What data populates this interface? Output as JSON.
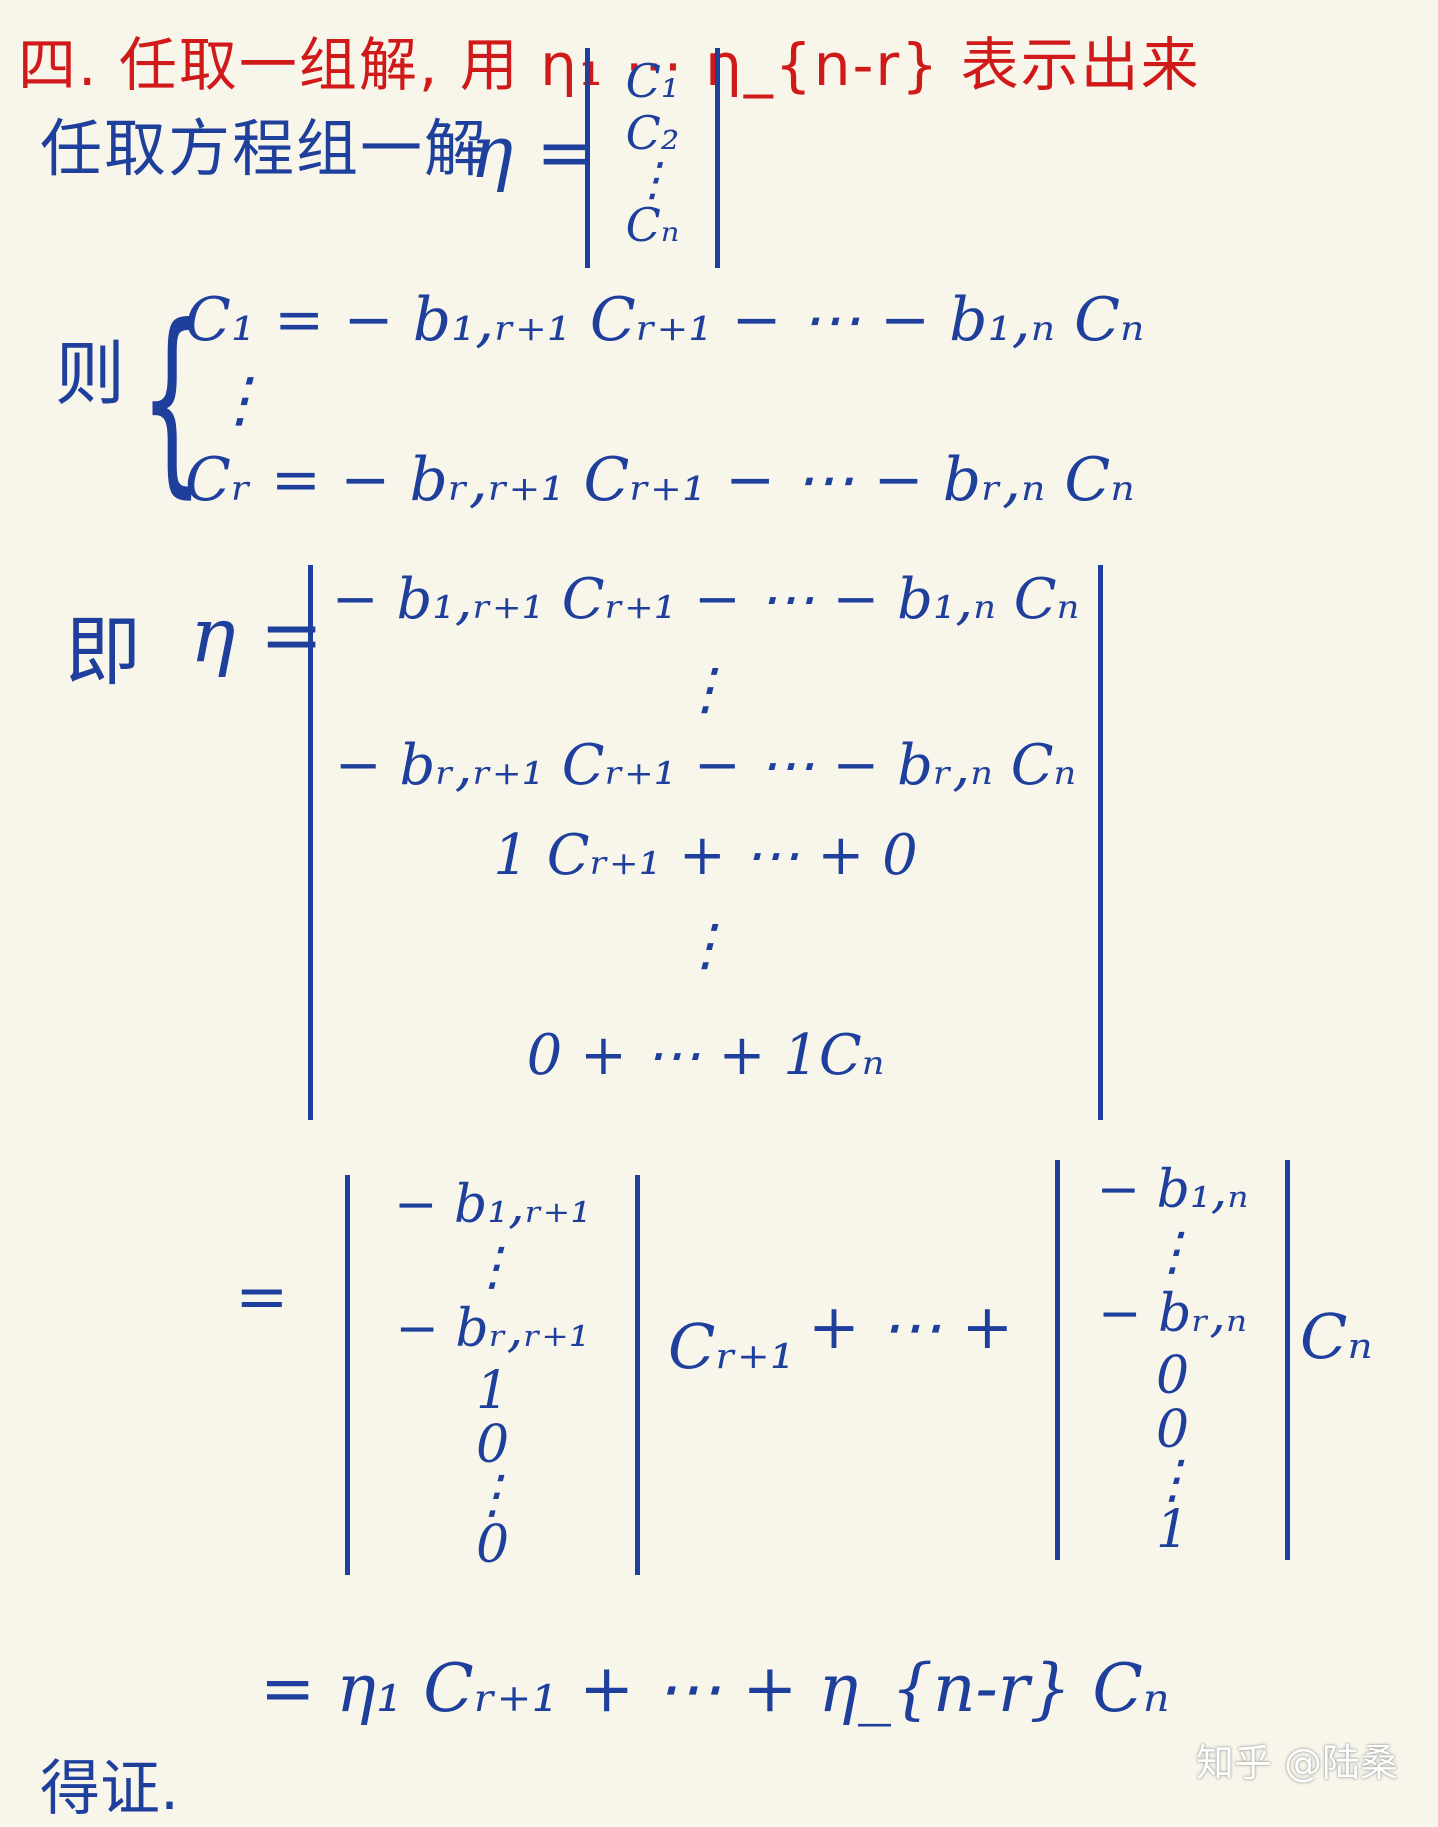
{
  "title": "四. 任取一组解, 用 η₁ ⋯ η_{n-r} 表示出来",
  "line1": "任取方程组一解",
  "eta": "η =",
  "c_vector": [
    "C₁",
    "C₂",
    "⋮",
    "Cₙ"
  ],
  "then": "则",
  "system": [
    "C₁ = − b₁,ᵣ₊₁ Cᵣ₊₁ − ⋯ − b₁,ₙ Cₙ",
    "⋮",
    "Cᵣ = − bᵣ,ᵣ₊₁ Cᵣ₊₁ − ⋯ − bᵣ,ₙ Cₙ"
  ],
  "ji": "即",
  "big_matrix": [
    "− b₁,ᵣ₊₁ Cᵣ₊₁ − ⋯ − b₁,ₙ Cₙ",
    "⋮",
    "− bᵣ,ᵣ₊₁ Cᵣ₊₁ − ⋯ − bᵣ,ₙ Cₙ",
    "1 Cᵣ₊₁  + ⋯ + 0",
    "⋮",
    "0  + ⋯ + 1Cₙ"
  ],
  "equals": "=",
  "col1": [
    "− b₁,ᵣ₊₁",
    "⋮",
    "− bᵣ,ᵣ₊₁",
    "1",
    "0",
    "⋮",
    "0"
  ],
  "coef1": "Cᵣ₊₁",
  "plus_dots": "+ ⋯ +",
  "col2": [
    "− b₁,ₙ",
    "⋮",
    "− bᵣ,ₙ",
    "0",
    "0",
    "⋮",
    "1"
  ],
  "coef2": "Cₙ",
  "last_line": "= η₁ Cᵣ₊₁ + ⋯ + η_{n-r} Cₙ",
  "conclusion": "得证.",
  "watermark": "知乎 @陆桑"
}
